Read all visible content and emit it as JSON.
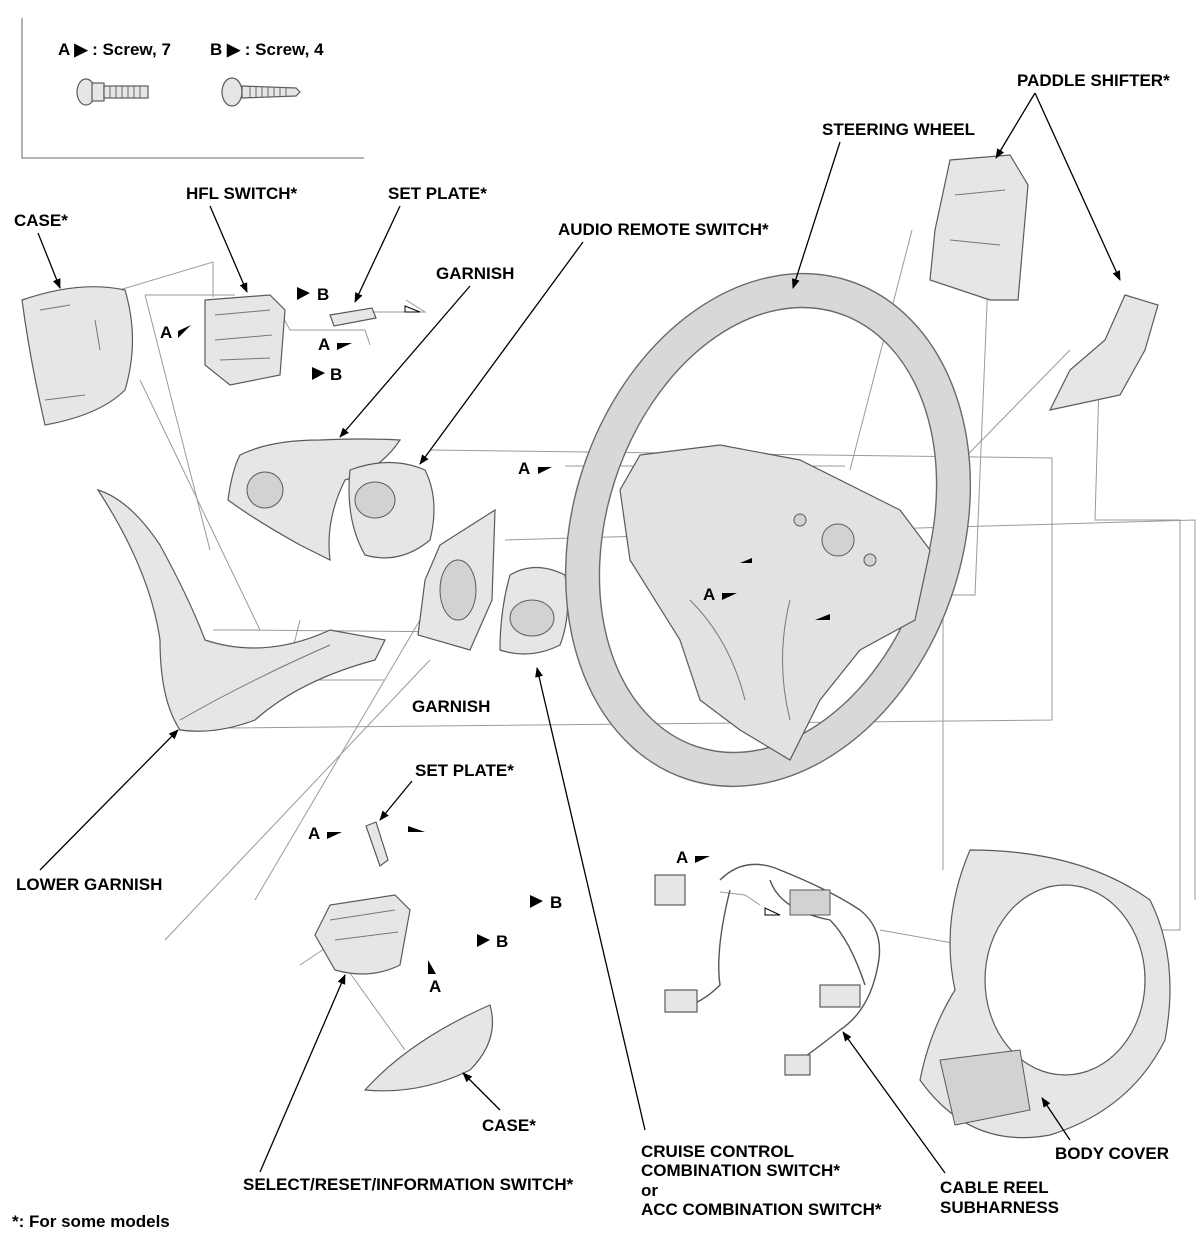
{
  "legend": {
    "screw_a": "A ▶ : Screw, 7",
    "screw_b": "B ▶ : Screw, 4"
  },
  "labels": {
    "paddle_shifter": "PADDLE SHIFTER*",
    "steering_wheel": "STEERING WHEEL",
    "hfl_switch": "HFL SWITCH*",
    "set_plate_top": "SET PLATE*",
    "case_top": "CASE*",
    "audio_remote_switch": "AUDIO REMOTE SWITCH*",
    "garnish_top": "GARNISH",
    "garnish_mid": "GARNISH",
    "set_plate_bottom": "SET PLATE*",
    "lower_garnish": "LOWER GARNISH",
    "case_bottom": "CASE*",
    "select_reset_switch": "SELECT/RESET/INFORMATION SWITCH*",
    "cruise_line1": "CRUISE CONTROL",
    "cruise_line2": "COMBINATION SWITCH*",
    "cruise_line3": "or",
    "cruise_line4": "ACC COMBINATION SWITCH*",
    "cable_reel_line1": "CABLE REEL",
    "cable_reel_line2": "SUBHARNESS",
    "body_cover": "BODY COVER",
    "footnote": "*: For some models"
  },
  "screw_marks": {
    "a": "A",
    "b": "B"
  },
  "colors": {
    "line": "#000000",
    "guide": "#9a9a9a",
    "part_fill": "#e6e6e6"
  }
}
